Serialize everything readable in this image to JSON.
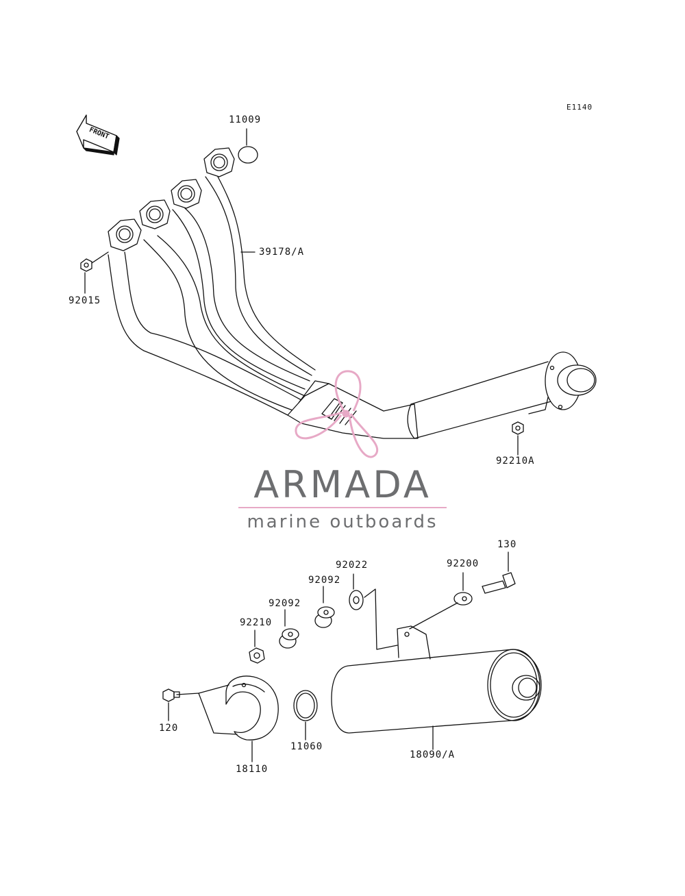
{
  "figure": {
    "code": "E1140",
    "front_arrow_label": "FRONT"
  },
  "watermark": {
    "name": "ARMADA",
    "tagline": "marine outboards",
    "accent_color": "#e7a9c6",
    "text_color": "#6d6e70"
  },
  "parts": [
    {
      "id": "p11009",
      "number": "11009"
    },
    {
      "id": "p39178",
      "number": "39178/A"
    },
    {
      "id": "p92015",
      "number": "92015"
    },
    {
      "id": "p92210A",
      "number": "92210A"
    },
    {
      "id": "p130",
      "number": "130"
    },
    {
      "id": "p92022",
      "number": "92022"
    },
    {
      "id": "p92200",
      "number": "92200"
    },
    {
      "id": "p92092a",
      "number": "92092"
    },
    {
      "id": "p92092b",
      "number": "92092"
    },
    {
      "id": "p92210",
      "number": "92210"
    },
    {
      "id": "p120",
      "number": "120"
    },
    {
      "id": "p11060",
      "number": "11060"
    },
    {
      "id": "p18110",
      "number": "18110"
    },
    {
      "id": "p18090",
      "number": "18090/A"
    }
  ]
}
